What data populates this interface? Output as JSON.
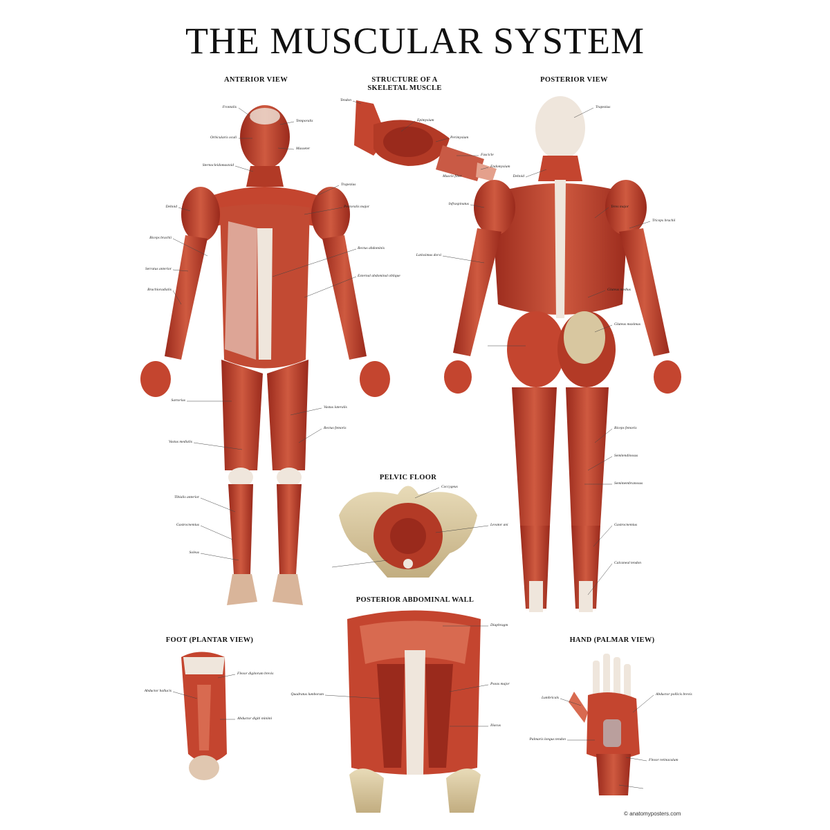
{
  "title": "THE MUSCULAR SYSTEM",
  "sections": {
    "anterior": "ANTERIOR VIEW",
    "structure_line1": "STRUCTURE OF A",
    "structure_line2": "SKELETAL MUSCLE",
    "posterior": "POSTERIOR VIEW",
    "pelvic": "PELVIC FLOOR",
    "abdominal_wall": "POSTERIOR ABDOMINAL WALL",
    "foot": "FOOT (PLANTAR VIEW)",
    "hand": "HAND (PALMAR VIEW)"
  },
  "labels": {
    "frontalis": "Frontalis",
    "temporalis": "Temporalis",
    "orbicularis_oculi": "Orbicularis oculi",
    "masseter": "Masseter",
    "sternocleidomastoid": "Sternocleidomastoid",
    "trapezius": "Trapezius",
    "deltoid": "Deltoid",
    "pectoralis_major": "Pectoralis major",
    "serratus_anterior": "Serratus anterior",
    "rectus_abdominis": "Rectus abdominis",
    "external_oblique": "External abdominal oblique",
    "biceps_brachii": "Biceps brachii",
    "brachioradialis": "Brachioradialis",
    "sartorius": "Sartorius",
    "rectus_femoris": "Rectus femoris",
    "vastus_lateralis": "Vastus lateralis",
    "vastus_medialis": "Vastus medialis",
    "tibialis_anterior": "Tibialis anterior",
    "gastrocnemius": "Gastrocnemius",
    "soleus": "Soleus",
    "latissimus_dorsi": "Latissimus dorsi",
    "infraspinatus": "Infraspinatus",
    "teres_major": "Teres major",
    "triceps_brachii": "Triceps brachii",
    "gluteus_maximus": "Gluteus maximus",
    "gluteus_medius": "Gluteus medius",
    "biceps_femoris": "Biceps femoris",
    "semitendinosus": "Semitendinosus",
    "semimembranosus": "Semimembranosus",
    "calcaneal_tendon": "Calcaneal tendon",
    "tendon": "Tendon",
    "perimysium": "Perimysium",
    "endomysium": "Endomysium",
    "epimysium": "Epimysium",
    "muscle_fiber": "Muscle fiber",
    "fascicle": "Fascicle",
    "coccygeus": "Coccygeus",
    "levator_ani": "Levator ani",
    "diaphragm": "Diaphragm",
    "psoas_major": "Psoas major",
    "iliacus": "Iliacus",
    "quadratus_lumborum": "Quadratus lumborum",
    "abductor_hallucis": "Abductor hallucis",
    "flexor_digitorum_brevis": "Flexor digitorum brevis",
    "abductor_digiti_minimi": "Abductor digiti minimi",
    "flexor_retinaculum": "Flexor retinaculum",
    "abductor_pollicis_brevis": "Abductor pollicis brevis",
    "lumbricals": "Lumbricals",
    "palmaris_longus": "Palmaris longus tendon"
  },
  "credit": "© anatomyposters.com",
  "colors": {
    "muscle": "#c4452f",
    "muscle_dark": "#9a2a1c",
    "muscle_light": "#e07a5f",
    "tendon": "#efe6dc",
    "bone": "#d8c7a0"
  }
}
